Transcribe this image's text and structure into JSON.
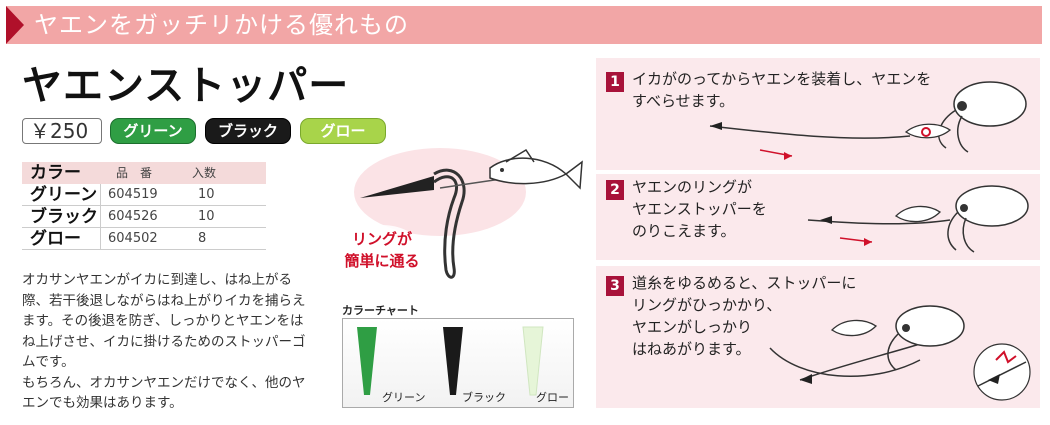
{
  "banner": {
    "title": "ヤエンをガッチリかける優れもの"
  },
  "product": {
    "title": "ヤエンストッパー",
    "price": "￥250",
    "color_pills": [
      "グリーン",
      "ブラック",
      "グロー"
    ]
  },
  "table": {
    "headers": [
      "カラー",
      "品　番",
      "入数"
    ],
    "rows": [
      {
        "name": "グリーン",
        "code": "604519",
        "qty": "10"
      },
      {
        "name": "ブラック",
        "code": "604526",
        "qty": "10"
      },
      {
        "name": "グロー",
        "code": "604502",
        "qty": "8"
      }
    ]
  },
  "description": {
    "para1": "オカサンヤエンがイカに到達し、はね上がる際、若干後退しながらはね上がりイカを捕らえます。その後退を防ぎ、しっかりとヤエンをはね上げさせ、イカに掛けるためのストッパーゴムです。",
    "para2": "もちろん、オカサンヤエンだけでなく、他のヤエンでも効果はあります。"
  },
  "callout": {
    "line1": "リングが",
    "line2": "簡単に通る"
  },
  "color_chart": {
    "label": "カラーチャート",
    "items": [
      "グリーン",
      "ブラック",
      "グロー"
    ]
  },
  "steps": [
    {
      "num": "1",
      "lines": [
        "イカがのってからヤエンを装着し、ヤエンを",
        "すべらせます。"
      ]
    },
    {
      "num": "2",
      "lines": [
        "ヤエンのリングが",
        "ヤエンストッパーを",
        "のりこえます。"
      ]
    },
    {
      "num": "3",
      "lines": [
        "道糸をゆるめると、ストッパーに",
        "リングがひっかかり、",
        "ヤエンがしっかり",
        "はねあがります。"
      ]
    }
  ],
  "colors": {
    "banner_bg": "#f2a6a6",
    "banner_accent": "#b0102a",
    "green": "#2f9e44",
    "black": "#1a1a1a",
    "glow": "#a8d44a",
    "step_num": "#a8123a",
    "panel_bg": "#fbe9ec",
    "callout_red": "#d0102a"
  },
  "icons": [
    "squid-illustration",
    "fish-illustration",
    "yaen-stopper-illustration",
    "arrow-icon"
  ]
}
